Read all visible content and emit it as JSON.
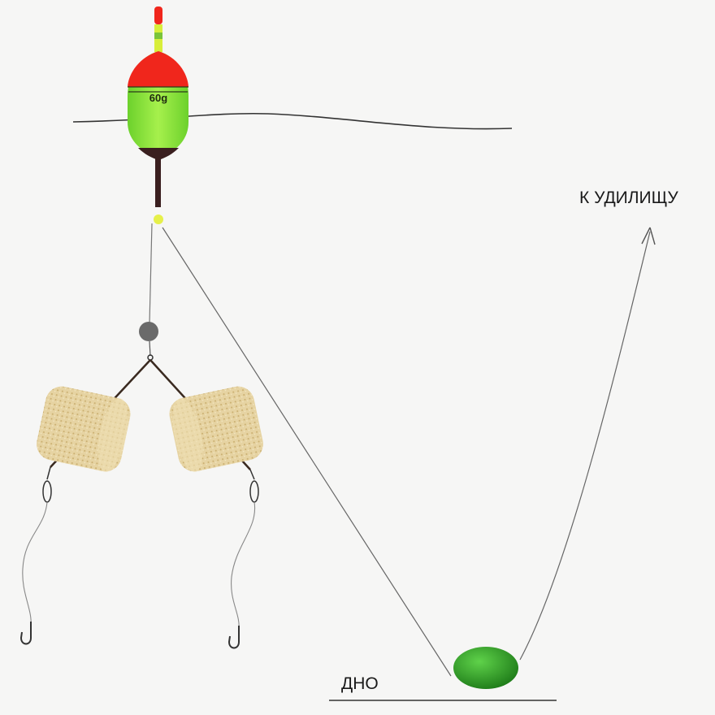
{
  "float": {
    "weight_label": "60g"
  },
  "labels": {
    "to_rod": "К УДИЛИЩУ",
    "bottom": "ДНО"
  },
  "colors": {
    "float_red": "#f0261c",
    "float_green": "#8ee83a",
    "float_dark": "#3a1f1f",
    "cork": "#e4cf9c",
    "feeder": "#2f9a24",
    "line": "#555555"
  }
}
